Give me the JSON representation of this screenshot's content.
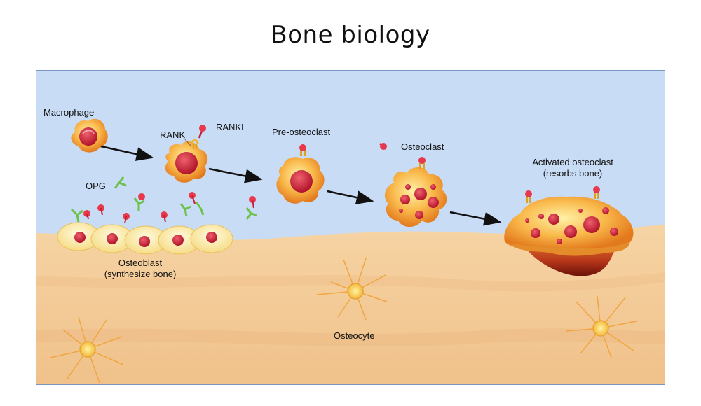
{
  "title": "Bone biology",
  "labels": {
    "macrophage": "Macrophage",
    "rank": "RANK",
    "rankl": "RANKL",
    "opg": "OPG",
    "pre_osteoclast": "Pre-osteoclast",
    "osteoclast": "Osteoclast",
    "activated_osteoclast_line1": "Activated osteoclast",
    "activated_osteoclast_line2": "(resorbs bone)",
    "osteoblast_line1": "Osteoblast",
    "osteoblast_line2": "(synthesize bone)",
    "osteocyte": "Osteocyte"
  },
  "side_id": "#381481814",
  "colors": {
    "sky": "#c9dcf5",
    "bone": "#f3cd98",
    "cell_orange": "#f6a83a",
    "nucleus_red": "#d8263a",
    "opg_green": "#6cc24a",
    "osteoblast_fill": "#fff1b8"
  }
}
